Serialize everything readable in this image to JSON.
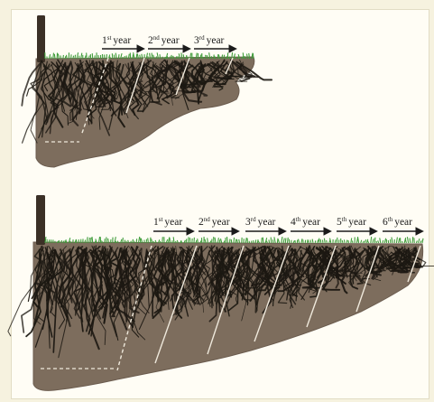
{
  "colors": {
    "page_background": "#f6f2df",
    "soil": "#7d6d5d",
    "soil_edge": "#6b5c4f",
    "roots": "#1c1812",
    "grass": "#3f9c3a",
    "post": "#3b3026",
    "year_lines": "#efe9dc"
  },
  "top_diagram": {
    "year_labels": [
      {
        "num": "1",
        "suffix": "st",
        "word": "year"
      },
      {
        "num": "2",
        "suffix": "nd",
        "word": "year"
      },
      {
        "num": "3",
        "suffix": "rd",
        "word": "year"
      }
    ]
  },
  "bottom_diagram": {
    "year_labels": [
      {
        "num": "1",
        "suffix": "st",
        "word": "year"
      },
      {
        "num": "2",
        "suffix": "nd",
        "word": "year"
      },
      {
        "num": "3",
        "suffix": "rd",
        "word": "year"
      },
      {
        "num": "4",
        "suffix": "th",
        "word": "year"
      },
      {
        "num": "5",
        "suffix": "th",
        "word": "year"
      },
      {
        "num": "6",
        "suffix": "th",
        "word": "year"
      }
    ]
  }
}
